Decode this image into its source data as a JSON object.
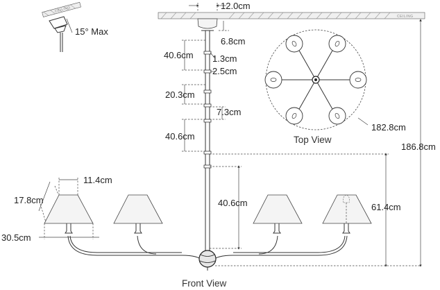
{
  "labels": {
    "ceiling_small": "CEILING",
    "ceiling_right": "CEILING",
    "canopy_width": "12.0cm",
    "tilt": "15° Max",
    "canopy_height": "6.8cm",
    "rod_segment_1": "40.6cm",
    "rod_diameter": "1.3cm",
    "coupling": "2.5cm",
    "rod_segment_2": "20.3cm",
    "rod_segment_3_short": "7.3cm",
    "rod_segment_3": "40.6cm",
    "top_view_diameter": "182.8cm",
    "overall_height": "186.8cm",
    "body_height": "61.4cm",
    "arm_rise": "40.6cm",
    "shade_top": "11.4cm",
    "shade_height": "17.8cm",
    "shade_bottom": "30.5cm"
  },
  "captions": {
    "top_view": "Top View",
    "front_view": "Front View"
  }
}
